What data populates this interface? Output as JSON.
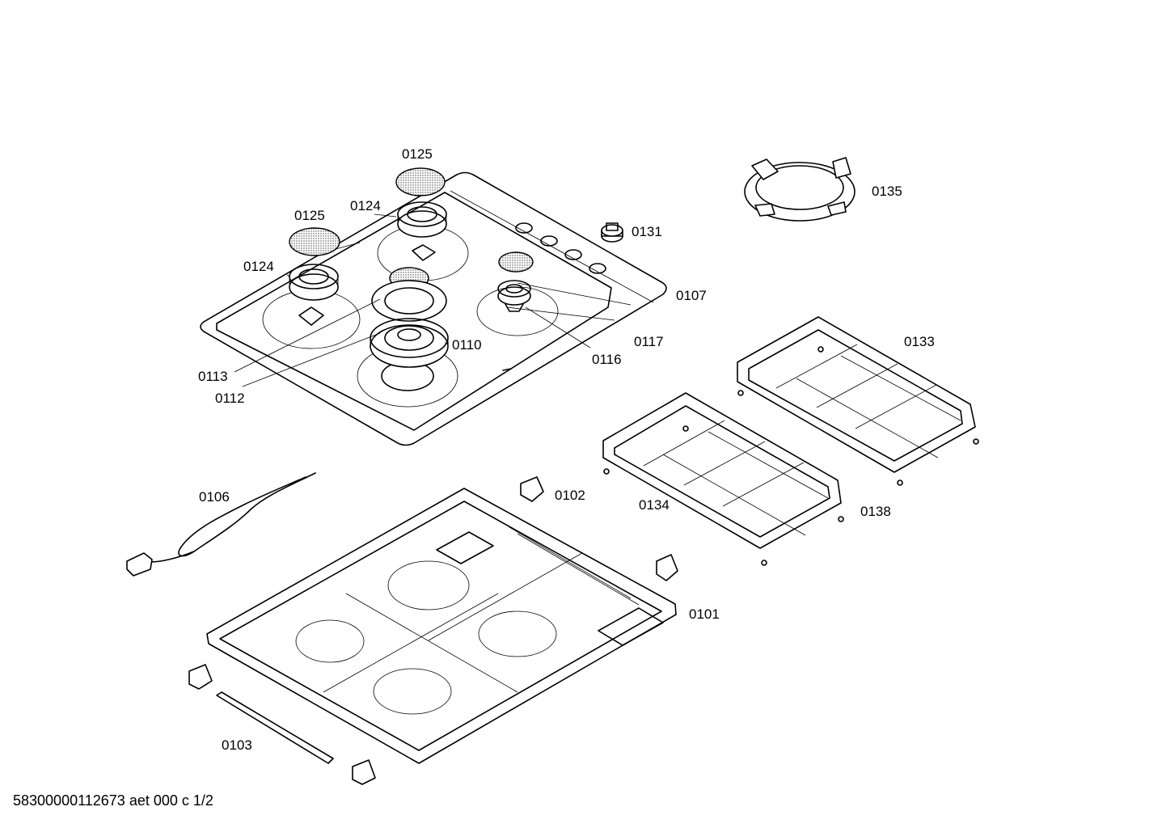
{
  "callouts": [
    {
      "id": "0125a",
      "label": "0125"
    },
    {
      "id": "0125b",
      "label": "0125"
    },
    {
      "id": "0124a",
      "label": "0124"
    },
    {
      "id": "0124b",
      "label": "0124"
    },
    {
      "id": "0131",
      "label": "0131"
    },
    {
      "id": "0135",
      "label": "0135"
    },
    {
      "id": "0107",
      "label": "0107"
    },
    {
      "id": "0110",
      "label": "0110"
    },
    {
      "id": "0117",
      "label": "0117"
    },
    {
      "id": "0116",
      "label": "0116"
    },
    {
      "id": "0113",
      "label": "0113"
    },
    {
      "id": "0112",
      "label": "0112"
    },
    {
      "id": "0133",
      "label": "0133"
    },
    {
      "id": "0106",
      "label": "0106"
    },
    {
      "id": "0102",
      "label": "0102"
    },
    {
      "id": "0134",
      "label": "0134"
    },
    {
      "id": "0138",
      "label": "0138"
    },
    {
      "id": "0101",
      "label": "0101"
    },
    {
      "id": "0103",
      "label": "0103"
    }
  ],
  "footer": {
    "text": "58300000112673 aet 000 c 1/2"
  }
}
